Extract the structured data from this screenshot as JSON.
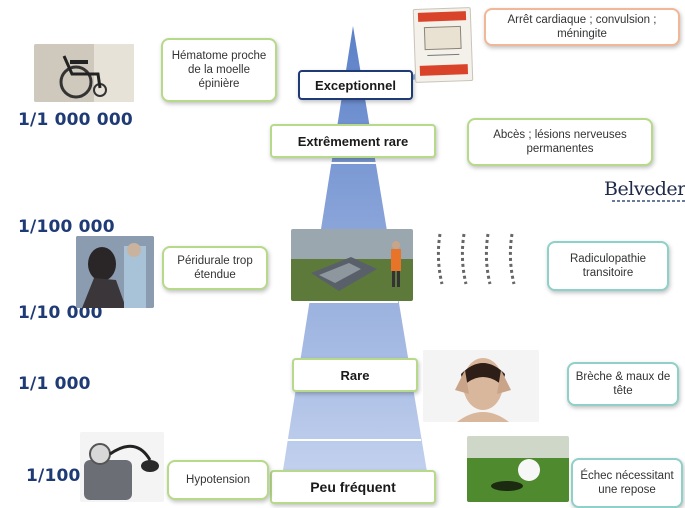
{
  "probabilities": [
    "1/1 000 000",
    "1/100 000",
    "1/10 000",
    "1/1 000",
    "1/100"
  ],
  "levels": {
    "exceptionnel": "Exceptionnel",
    "extremement_rare": "Extrêmement rare",
    "rare": "Rare",
    "peu_frequent": "Peu fréquent"
  },
  "left_boxes": {
    "hematome": "Hématome proche de la moelle épinière",
    "peridurale": "Péridurale trop étendue",
    "hypotension": "Hypotension"
  },
  "right_boxes": {
    "arret": "Arrêt cardiaque ; convulsion ; méningite",
    "abces": "Abcès ; lésions nerveuses permanentes",
    "radiculopathie": "Radiculopathie transitoire",
    "breche": "Brèche & maux de tête",
    "echec": "Échec nécessitant une repose"
  },
  "brand": "Belvedere",
  "colors": {
    "pyramid_top": "#5b80c8",
    "pyramid_bottom": "#c6d4ef",
    "prob_text": "#1f3b75",
    "box_border_green": "#b7d98a",
    "box_border_teal": "#8fd0c8"
  },
  "icons": {
    "wheelchair": "wheelchair-photo",
    "ticket": "lottery-ticket-photo",
    "patient": "hospital-patient-photo",
    "car": "car-accident-photo",
    "xray": "spine-xray-photo",
    "headache": "headache-woman-photo",
    "bp": "blood-pressure-cuff-photo",
    "golf": "golf-ball-hole-photo"
  }
}
